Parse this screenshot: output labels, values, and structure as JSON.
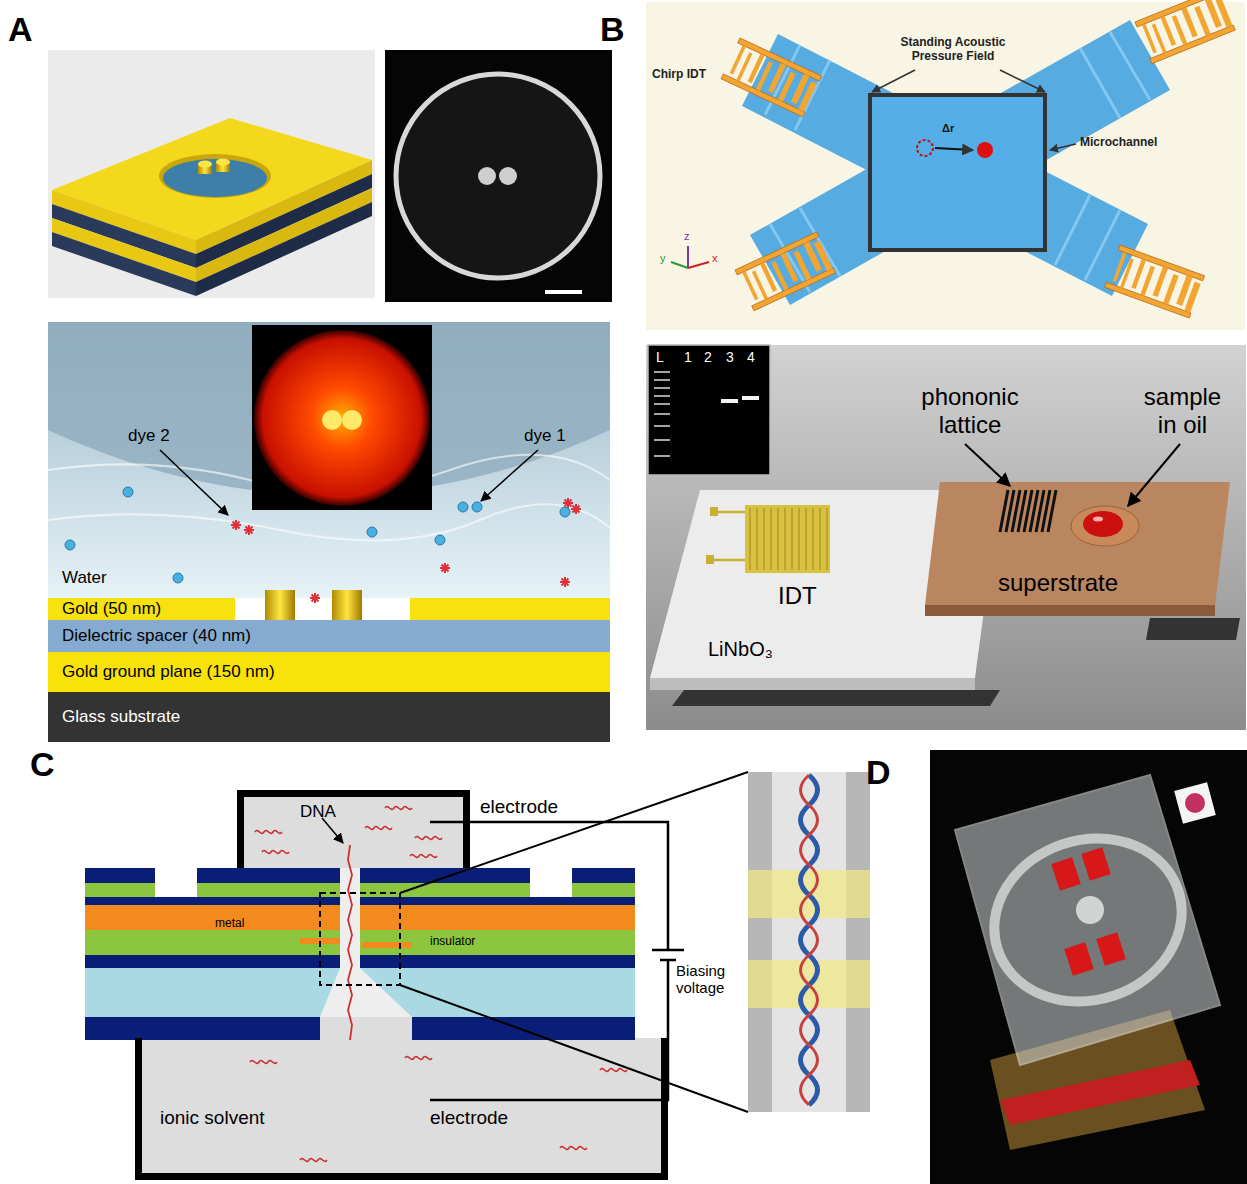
{
  "diagram": {
    "nodes": [
      {
        "text": [
          "Water"
        ]
      },
      {
        "text": [
          "Gold (50 nm)"
        ]
      },
      {
        "text": [
          "Dielectric spacer (40 nm)"
        ]
      },
      {
        "text": [
          "Gold ground plane (150 nm)"
        ]
      },
      {
        "text": [
          "Glass substrate"
        ]
      },
      {
        "text": [
          "LiNbO₃"
        ]
      },
      {
        "text": [
          "superstrate"
        ]
      },
      {
        "text": [
          "DNA"
        ]
      },
      {
        "text": [
          "ionic solvent",
          "electrode"
        ]
      }
    ],
    "labels": [
      "A",
      "dye 2",
      "dye 1",
      "B",
      "Standing Acoustic Pressure Field",
      "Chirp IDT",
      "Microchannel",
      "Δr",
      "y",
      "z",
      "x",
      "L",
      "1",
      "2",
      "3",
      "4",
      "phononic lattice",
      "sample in oil",
      "IDT",
      "C",
      "electrode",
      "metal",
      "insulator",
      "Biasing voltage",
      "D"
    ]
  }
}
